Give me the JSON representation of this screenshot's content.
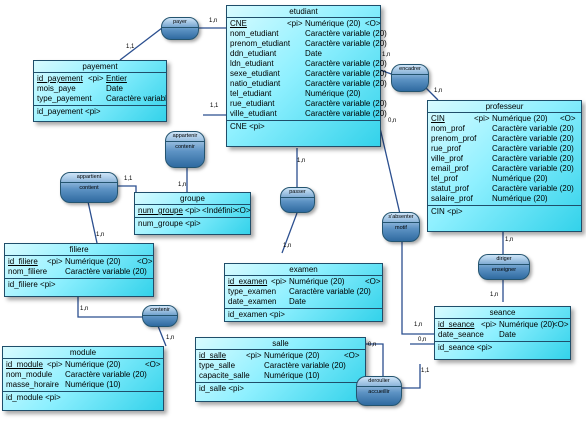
{
  "entities": {
    "etudiant": {
      "title": "etudiant",
      "attributes": [
        {
          "name": "CNE",
          "key": "<pi>",
          "type": "Numérique (20)",
          "flag": "<O>"
        },
        {
          "name": "nom_etudiant",
          "key": "",
          "type": "Caractère variable (20)",
          "flag": ""
        },
        {
          "name": "prenom_etudiant",
          "key": "",
          "type": "Caractère variable (20)",
          "flag": ""
        },
        {
          "name": "ddn_etudiant",
          "key": "",
          "type": "Date",
          "flag": ""
        },
        {
          "name": "ldn_etudiant",
          "key": "",
          "type": "Caractère variable (20)",
          "flag": ""
        },
        {
          "name": "sexe_etudiant",
          "key": "",
          "type": "Caractère variable (20)",
          "flag": ""
        },
        {
          "name": "natio_etudiant",
          "key": "",
          "type": "Caractère variable (20)",
          "flag": ""
        },
        {
          "name": "tel_etudiant",
          "key": "",
          "type": "Numérique (20)",
          "flag": ""
        },
        {
          "name": "rue_etudiant",
          "key": "",
          "type": "Caractère variable (20)",
          "flag": ""
        },
        {
          "name": "ville_etudiant",
          "key": "",
          "type": "Caractère variable (20)",
          "flag": ""
        }
      ],
      "identifier": "CNE  <pi>"
    },
    "payement": {
      "title": "payement",
      "attributes": [
        {
          "name": "id_payement",
          "key": "<pi>",
          "type": "Entier",
          "flag": ""
        },
        {
          "name": "mois_paye",
          "key": "",
          "type": "Date",
          "flag": ""
        },
        {
          "name": "type_payement",
          "key": "",
          "type": "Caractère variable (",
          "flag": ""
        }
      ],
      "identifier": "id_payement  <pi>"
    },
    "professeur": {
      "title": "professeur",
      "attributes": [
        {
          "name": "CIN",
          "key": "<pi>",
          "type": "Numérique (20)",
          "flag": "<O>"
        },
        {
          "name": "nom_prof",
          "key": "",
          "type": "Caractère variable (20)",
          "flag": ""
        },
        {
          "name": "prenom_prof",
          "key": "",
          "type": "Caractère variable (20)",
          "flag": ""
        },
        {
          "name": "rue_prof",
          "key": "",
          "type": "Caractère variable (20)",
          "flag": ""
        },
        {
          "name": "ville_prof",
          "key": "",
          "type": "Caractère variable (20)",
          "flag": ""
        },
        {
          "name": "email_prof",
          "key": "",
          "type": "Caractère variable (20)",
          "flag": ""
        },
        {
          "name": "tel_prof",
          "key": "",
          "type": "Numérique (20)",
          "flag": ""
        },
        {
          "name": "statut_prof",
          "key": "",
          "type": "Caractère variable (20)",
          "flag": ""
        },
        {
          "name": "salaire_prof",
          "key": "",
          "type": "Numérique (20)",
          "flag": ""
        }
      ],
      "identifier": "CIN  <pi>"
    },
    "groupe": {
      "title": "groupe",
      "attributes": [
        {
          "name": "num_groupe",
          "key": "<pi>",
          "type": "<Indéfini>",
          "flag": "<O>"
        }
      ],
      "identifier": "num_groupe  <pi>"
    },
    "filiere": {
      "title": "filiere",
      "attributes": [
        {
          "name": "id_filiere",
          "key": "<pi>",
          "type": "Numérique (20)",
          "flag": "<O>"
        },
        {
          "name": "nom_filiere",
          "key": "",
          "type": "Caractère variable (20)",
          "flag": ""
        }
      ],
      "identifier": "id_filiere  <pi>"
    },
    "examen": {
      "title": "examen",
      "attributes": [
        {
          "name": "id_examen",
          "key": "<pi>",
          "type": "Numérique (20)",
          "flag": "<O>"
        },
        {
          "name": "type_examen",
          "key": "",
          "type": "Caractère variable (20)",
          "flag": ""
        },
        {
          "name": "date_examen",
          "key": "",
          "type": "Date",
          "flag": ""
        }
      ],
      "identifier": "id_examen  <pi>"
    },
    "seance": {
      "title": "seance",
      "attributes": [
        {
          "name": "id_seance",
          "key": "<pi>",
          "type": "Numérique (20)",
          "flag": "<O>"
        },
        {
          "name": "date_seance",
          "key": "",
          "type": "Date",
          "flag": ""
        }
      ],
      "identifier": "id_seance  <pi>"
    },
    "module": {
      "title": "module",
      "attributes": [
        {
          "name": "id_module",
          "key": "<pi>",
          "type": "Numérique (20)",
          "flag": "<O>"
        },
        {
          "name": "nom_module",
          "key": "",
          "type": "Caractère variable (20)",
          "flag": ""
        },
        {
          "name": "masse_horaire",
          "key": "",
          "type": "Numérique (10)",
          "flag": ""
        }
      ],
      "identifier": "id_module  <pi>"
    },
    "salle": {
      "title": "salle",
      "attributes": [
        {
          "name": "id_salle",
          "key": "<pi>",
          "type": "Numérique (20)",
          "flag": "<O>"
        },
        {
          "name": "type_salle",
          "key": "",
          "type": "Caractère variable (20)",
          "flag": ""
        },
        {
          "name": "capacite_salle",
          "key": "",
          "type": "Numérique (10)",
          "flag": ""
        }
      ],
      "identifier": "id_salle  <pi>"
    }
  },
  "associations": {
    "payer": {
      "name": "payer",
      "attribute": ""
    },
    "encadrer": {
      "name": "encadrer",
      "attribute": ""
    },
    "appartenir_groupe": {
      "name": "appartenir",
      "attribute": "contenir"
    },
    "appartient_filiere": {
      "name": "appartient",
      "attribute": "contient"
    },
    "passer": {
      "name": "passer",
      "attribute": ""
    },
    "sabsenter": {
      "name": "s'absenter",
      "attribute": "motif"
    },
    "diriger": {
      "name": "diriger",
      "attribute": "enseigner"
    },
    "contenir": {
      "name": "contenir",
      "attribute": ""
    },
    "deroulier": {
      "name": "deroulier",
      "attribute": "accueillir"
    }
  },
  "cardinalities": {
    "payer_etudiant": "1,n",
    "payer_payement": "1,1",
    "encadrer_etudiant": "1,n",
    "encadrer_professeur": "1,n",
    "passer_etudiant": "1,n",
    "passer_examen": "1,n",
    "sabsenter_etudiant": "0,n",
    "sabsenter_seance": "1,n",
    "appartenir_etudiant": "1,1",
    "appartenir_groupe": "1,n",
    "appartient_groupe": "1,1",
    "appartient_filiere": "1,n",
    "contenir_filiere": "1,n",
    "contenir_module": "1,n",
    "diriger_professeur": "1,n",
    "diriger_seance": "1,n",
    "deroulier_salle": "0,n",
    "deroulier_seance_top": "0,n",
    "deroulier_seance": "1,1"
  }
}
